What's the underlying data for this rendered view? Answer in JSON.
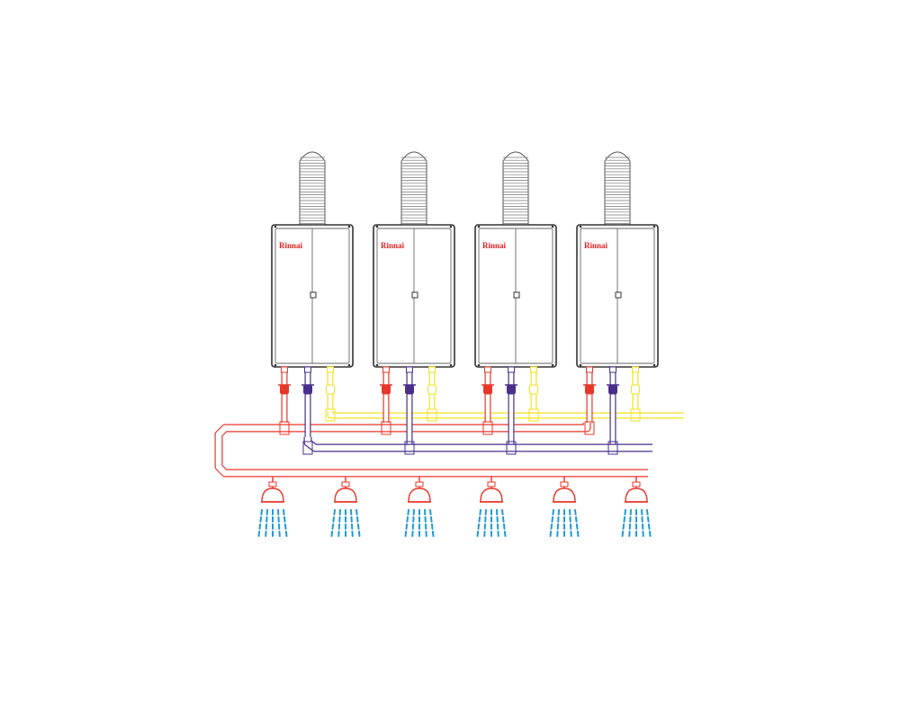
{
  "diagram": {
    "brand_label": "Rinnai",
    "colors": {
      "hot": "#e8362a",
      "cold": "#4a2f8a",
      "gas": "#f2e21b",
      "water": "#1e9bd7",
      "outline": "#333333",
      "brand": "#e02020"
    },
    "heaters": [
      {
        "id": "heater-1",
        "label": "Rinnai"
      },
      {
        "id": "heater-2",
        "label": "Rinnai"
      },
      {
        "id": "heater-3",
        "label": "Rinnai"
      },
      {
        "id": "heater-4",
        "label": "Rinnai"
      }
    ],
    "showers": [
      {
        "id": "shower-1"
      },
      {
        "id": "shower-2"
      },
      {
        "id": "shower-3"
      },
      {
        "id": "shower-4"
      },
      {
        "id": "shower-5"
      },
      {
        "id": "shower-6"
      }
    ]
  }
}
